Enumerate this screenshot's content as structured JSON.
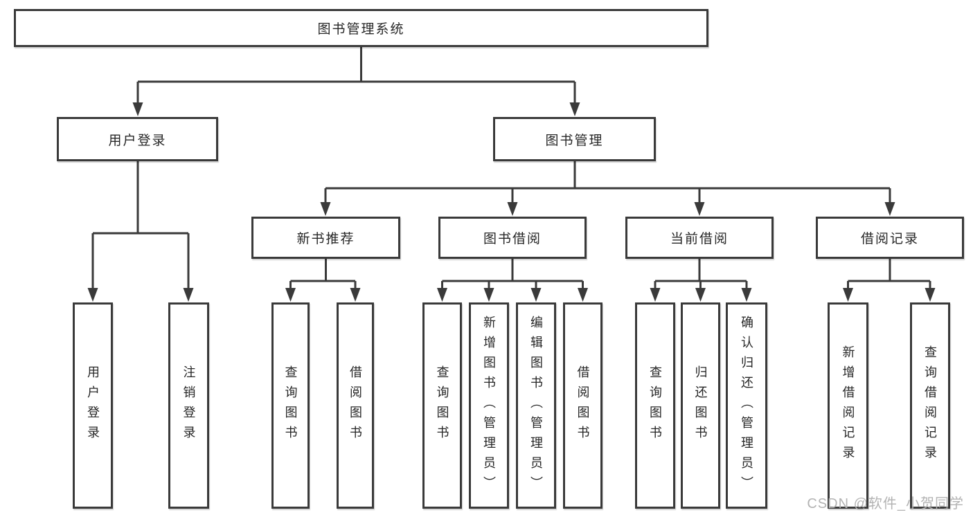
{
  "diagram_type": "functional-structure-tree",
  "colors": {
    "line": "#3a3a3a",
    "box_border": "#3a3a3a",
    "box_fill": "#ffffff",
    "text": "#262626",
    "background": "#ffffff",
    "watermark": "#b3b3b3"
  },
  "tree": {
    "label": "图书管理系统",
    "children": [
      {
        "label": "用户登录",
        "children": [
          {
            "label": "用户登录"
          },
          {
            "label": "注销登录"
          }
        ]
      },
      {
        "label": "图书管理",
        "children": [
          {
            "label": "新书推荐",
            "children": [
              {
                "label": "查询图书"
              },
              {
                "label": "借阅图书"
              }
            ]
          },
          {
            "label": "图书借阅",
            "children": [
              {
                "label": "查询图书"
              },
              {
                "label": "新增图书（管理员）"
              },
              {
                "label": "编辑图书（管理员）"
              },
              {
                "label": "借阅图书"
              }
            ]
          },
          {
            "label": "当前借阅",
            "children": [
              {
                "label": "查询图书"
              },
              {
                "label": "归还图书"
              },
              {
                "label": "确认归还（管理员）"
              }
            ]
          },
          {
            "label": "借阅记录",
            "children": [
              {
                "label": "新增借阅记录"
              },
              {
                "label": "查询借阅记录"
              }
            ]
          }
        ]
      }
    ]
  },
  "watermark": {
    "text": "CSDN @软件_小贺同学"
  }
}
